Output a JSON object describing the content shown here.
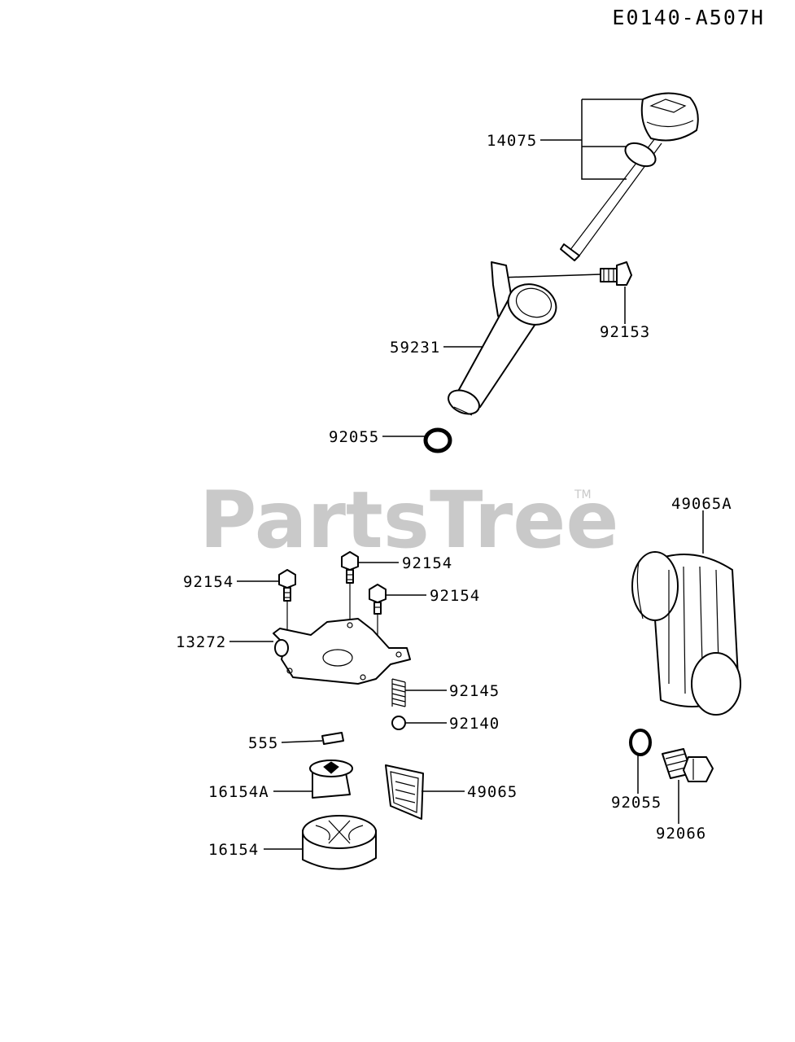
{
  "diagram_code": "E0140-A507H",
  "watermark": {
    "text": "PartsTree",
    "tm": "TM"
  },
  "labels": {
    "p14075": "14075",
    "p92153": "92153",
    "p59231": "59231",
    "p92055_top": "92055",
    "p49065A": "49065A",
    "p92154_a": "92154",
    "p92154_b": "92154",
    "p92154_c": "92154",
    "p13272": "13272",
    "p92145": "92145",
    "p92140": "92140",
    "p555": "555",
    "p16154A": "16154A",
    "p49065": "49065",
    "p16154": "16154",
    "p92055_bottom": "92055",
    "p92066": "92066"
  }
}
